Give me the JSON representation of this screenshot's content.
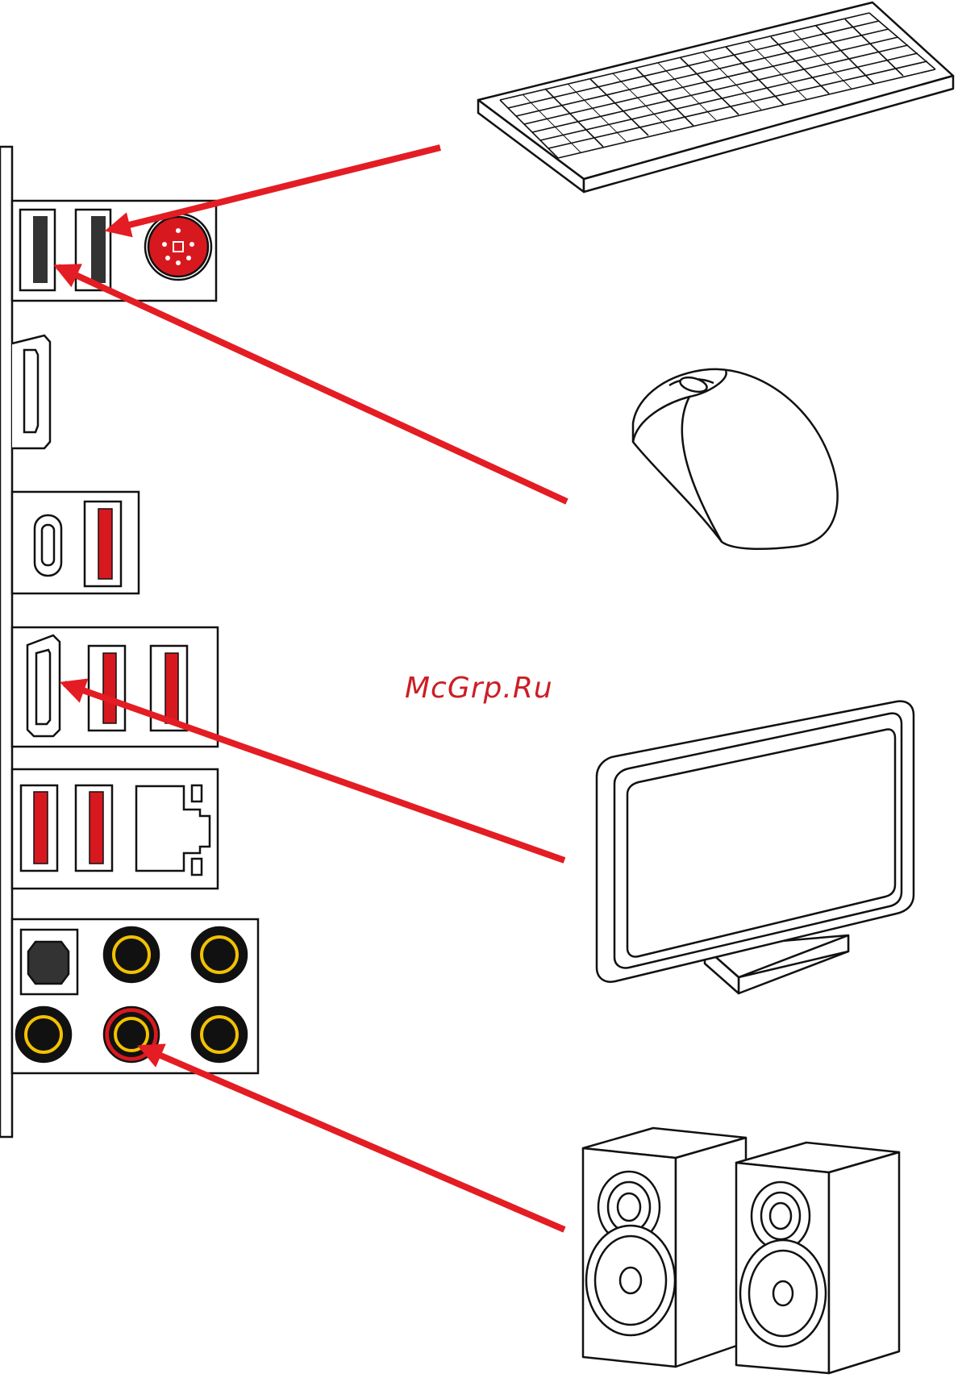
{
  "watermark": {
    "text": "McGrp.Ru"
  },
  "colors": {
    "line": "#111111",
    "arrow": "#e31d23",
    "port_red": "#d7191f",
    "audio_ring": "#f2c200",
    "dark_slot": "#333333",
    "watermark": "#cc1e24"
  },
  "icons": [
    "keyboard-icon",
    "mouse-icon",
    "monitor-icon",
    "speakers-icon"
  ],
  "connections": [
    {
      "device": "keyboard-icon",
      "port": "ps2-port"
    },
    {
      "device": "mouse-icon",
      "port": "usb2-port-left"
    },
    {
      "device": "monitor-icon",
      "port": "hdmi-port"
    },
    {
      "device": "speakers-icon",
      "port": "line-out-jack"
    }
  ]
}
